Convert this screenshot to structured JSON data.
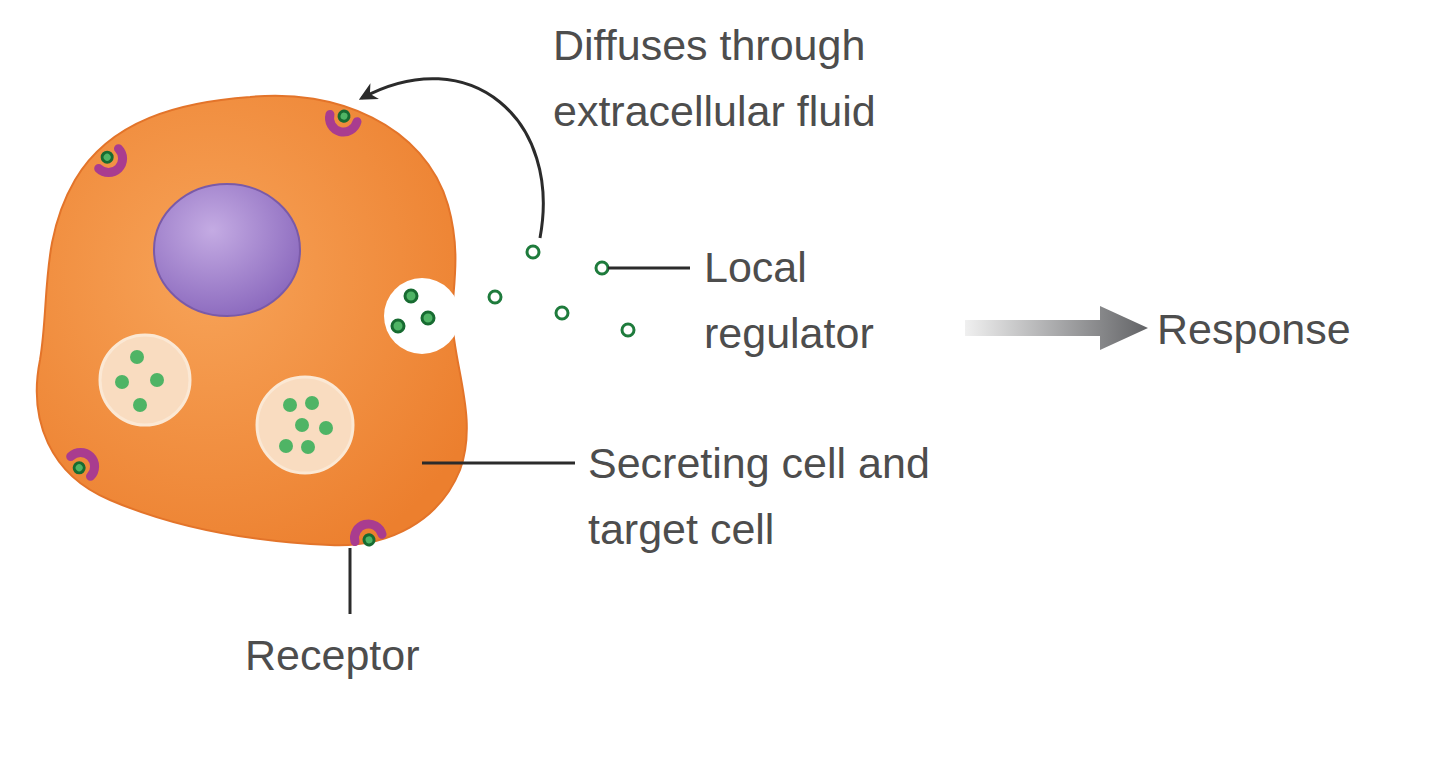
{
  "diagram": {
    "labels": [
      "Diffuses through extracellular fluid",
      "Local regulator",
      "Response",
      "Secreting cell and target cell",
      "Receptor"
    ]
  }
}
